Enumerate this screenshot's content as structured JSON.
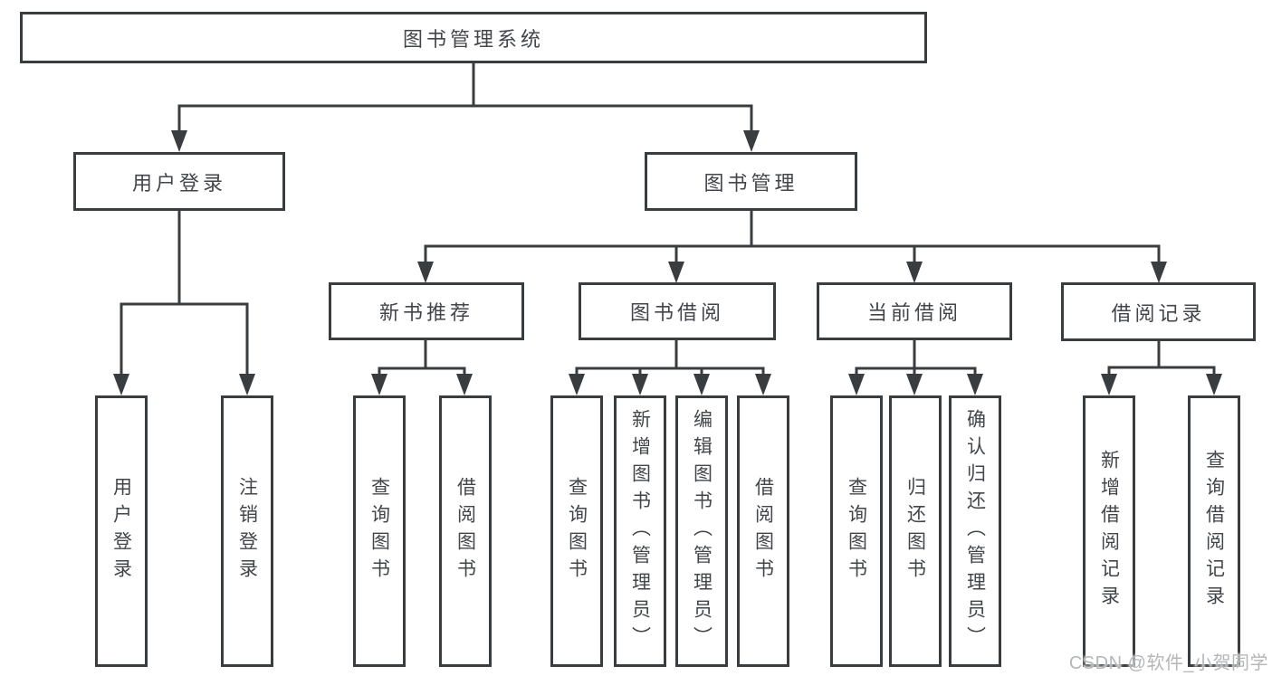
{
  "colors": {
    "line": "#3a3d40",
    "text": "#42464a",
    "box_background": "#ffffff",
    "page_background": "#ffffff",
    "watermark": "#b4b6b8"
  },
  "diagram": {
    "root": {
      "label": "图书管理系统"
    },
    "user_branch": {
      "label": "用户登录",
      "children": [
        {
          "label": "用户登录"
        },
        {
          "label": "注销登录"
        }
      ]
    },
    "book_branch": {
      "label": "图书管理",
      "sections": [
        {
          "label": "新书推荐",
          "children": [
            {
              "label": "查询图书"
            },
            {
              "label": "借阅图书"
            }
          ]
        },
        {
          "label": "图书借阅",
          "children": [
            {
              "label": "查询图书"
            },
            {
              "label": "新增图书（管理员）"
            },
            {
              "label": "编辑图书（管理员）"
            },
            {
              "label": "借阅图书"
            }
          ]
        },
        {
          "label": "当前借阅",
          "children": [
            {
              "label": "查询图书"
            },
            {
              "label": "归还图书"
            },
            {
              "label": "确认归还（管理员）"
            }
          ]
        },
        {
          "label": "借阅记录",
          "children": [
            {
              "label": "新增借阅记录"
            },
            {
              "label": "查询借阅记录"
            }
          ]
        }
      ]
    }
  },
  "watermark": {
    "text": "CSDN @软件_小贺同学"
  }
}
